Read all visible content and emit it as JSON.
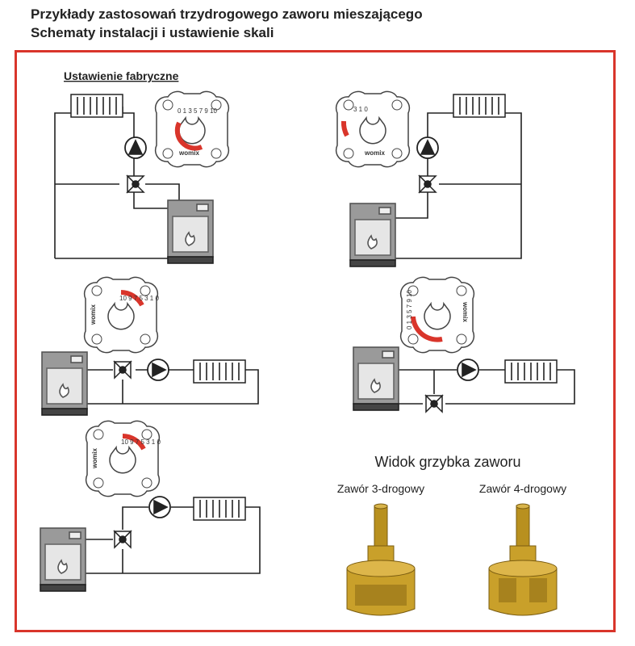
{
  "header": {
    "title_line1": "Przykłady zastosowań trzydrogowego zaworu mieszającego",
    "title_line2": "Schematy instalacji i ustawienie skali"
  },
  "diagram": {
    "factory_label": "Ustawienie fabryczne",
    "brand": "womix",
    "scale_text": "0 1 3 5 7 9 10",
    "scale_text_reversed": "10 9 7 5 3 1 0",
    "scale_text_short": "3 1 0",
    "accent_color": "#d9352b",
    "line_color": "#222222",
    "boiler_color": "#9a9a9a"
  },
  "valve_view": {
    "title": "Widok grzybka zaworu",
    "label_3way": "Zawór 3-drogowy",
    "label_4way": "Zawór 4-drogowy",
    "metal_color": "#c9a02a"
  }
}
